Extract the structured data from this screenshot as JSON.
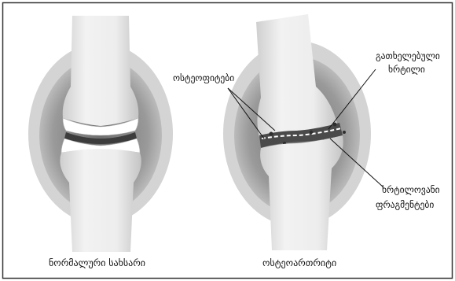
{
  "labels": {
    "damaged_cartilage": [
      "გათხელებული",
      "ხრტილი"
    ],
    "osteophytes": "ოსტეოფიტები",
    "cartilage_fragments": [
      "ხრტილოვანი",
      "ფრაგმენტები"
    ],
    "normal_joint_caption": "ნორმალური სახსარი",
    "osteoarthritis_caption": "ოსტეოართრიტი"
  },
  "colors": {
    "capsule_outer": "#bdbdbd",
    "capsule_inner": "#8a8a8a",
    "bone": "#e6e6e6",
    "cartilage": "#ffffff",
    "fragments": "#4a4a4a",
    "border": "#333333"
  }
}
